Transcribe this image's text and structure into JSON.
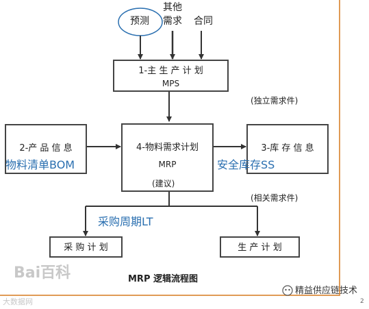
{
  "inputs": {
    "forecast": "预测",
    "other_line1": "其他",
    "other_line2": "需求",
    "contract": "合同"
  },
  "mps": {
    "line1": "1-主 生 产 计 划",
    "line2": "MPS"
  },
  "independent": "(独立需求件)",
  "product": {
    "line1": "2-产 品 信 息",
    "annotation": "物料清单BOM"
  },
  "mrp": {
    "line1": "4-物料需求计划",
    "line2": "MRP"
  },
  "inventory": {
    "line1": "3-库 存 信 息",
    "annotation": "安全库存SS"
  },
  "suggestion": "(建议)",
  "dependent": "(相关需求件)",
  "lead_time": "采购周期LT",
  "purchase_plan": "采 购 计 划",
  "production_plan": "生 产 计 划",
  "caption": "MRP 逻辑流程图",
  "watermark": "Bai百科",
  "bottom_left": "大数据网",
  "brand": "精益供应链技术",
  "page_number": "2",
  "colors": {
    "annotation": "#2a6fb0",
    "border": "#e09a55"
  }
}
